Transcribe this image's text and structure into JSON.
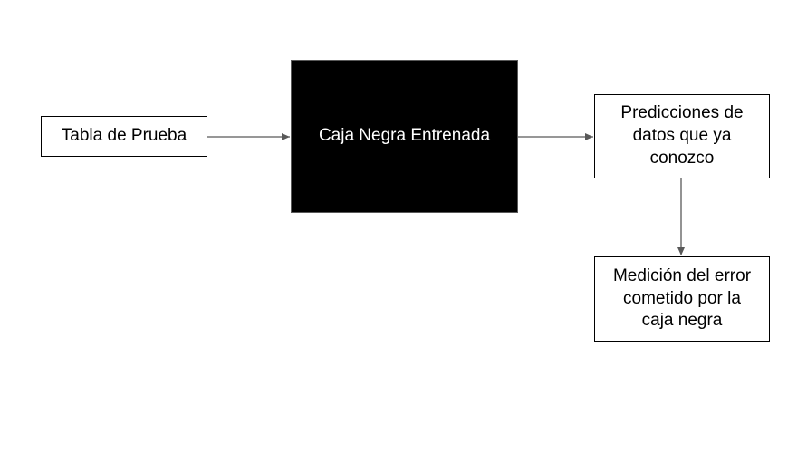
{
  "diagram": {
    "nodes": {
      "test_table": "Tabla de Prueba",
      "black_box": "Caja Negra Entrenada",
      "predictions": "Predicciones de\ndatos que ya\nconozco",
      "error_measure": "Medición del error\ncometido por la\ncaja negra"
    },
    "edges": [
      {
        "from": "test_table",
        "to": "black_box"
      },
      {
        "from": "black_box",
        "to": "predictions"
      },
      {
        "from": "predictions",
        "to": "error_measure"
      }
    ],
    "colors": {
      "node_border": "#000000",
      "black_box_fill": "#000000",
      "black_box_text": "#ffffff",
      "connector": "#595959"
    }
  }
}
